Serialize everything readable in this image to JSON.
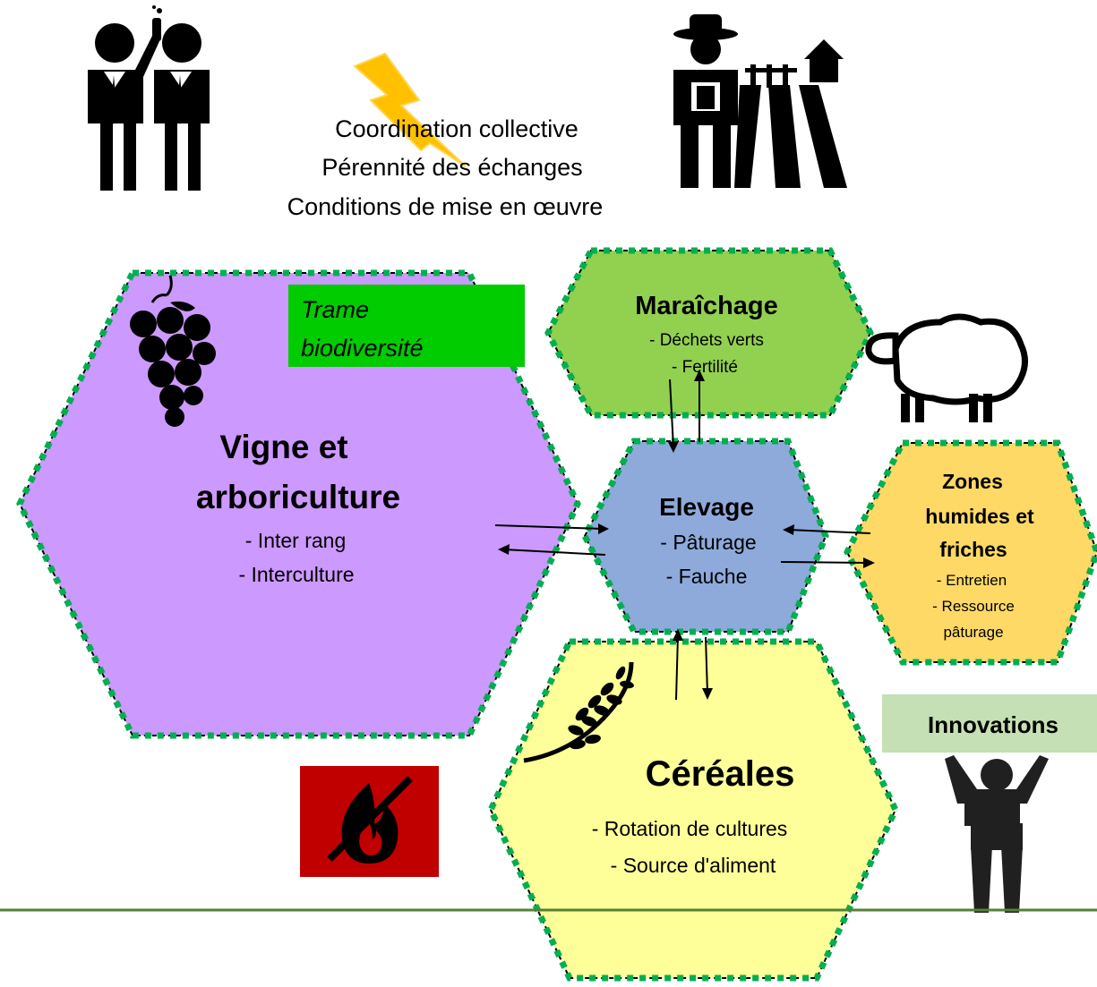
{
  "header": {
    "lines": [
      "Coordination collective",
      "Pérennité des échanges",
      "Conditions de mise en œuvre"
    ]
  },
  "trame": {
    "line1": "Trame",
    "line2": "biodiversité"
  },
  "hexagons": {
    "vigne": {
      "title1": "Vigne et",
      "title2": "arboriculture",
      "items": [
        "- Inter rang",
        "- Interculture"
      ],
      "fill": "#cc99ff"
    },
    "maraichage": {
      "title": "Maraîchage",
      "items": [
        "- Déchets verts",
        "- Fertilité"
      ],
      "fill": "#92d050"
    },
    "elevage": {
      "title": "Elevage",
      "items": [
        "- Pâturage",
        "- Fauche"
      ],
      "fill": "#8eaadb"
    },
    "zones": {
      "title1": "Zones",
      "title2": "humides et",
      "title3": "friches",
      "items": [
        "- Entretien",
        "- Ressource",
        "pâturage"
      ],
      "fill": "#ffd966"
    },
    "cereales": {
      "title": "Céréales",
      "items": [
        "-  Rotation de cultures",
        "- Source d'aliment"
      ],
      "fill": "#ffff99"
    }
  },
  "innovations": {
    "label": "Innovations"
  },
  "colors": {
    "border_green": "#00b050",
    "trame_green": "#00cc00",
    "ground_line": "#548235",
    "no_fire_bg": "#c00000",
    "innov_bg": "#c5e0b4",
    "lightning": "#ffc000"
  },
  "icons": [
    "scientists-icon",
    "lightning-icon",
    "farmer-icon",
    "grapes-icon",
    "sheep-icon",
    "wheat-icon",
    "no-fire-icon",
    "person-arms-up-icon"
  ]
}
